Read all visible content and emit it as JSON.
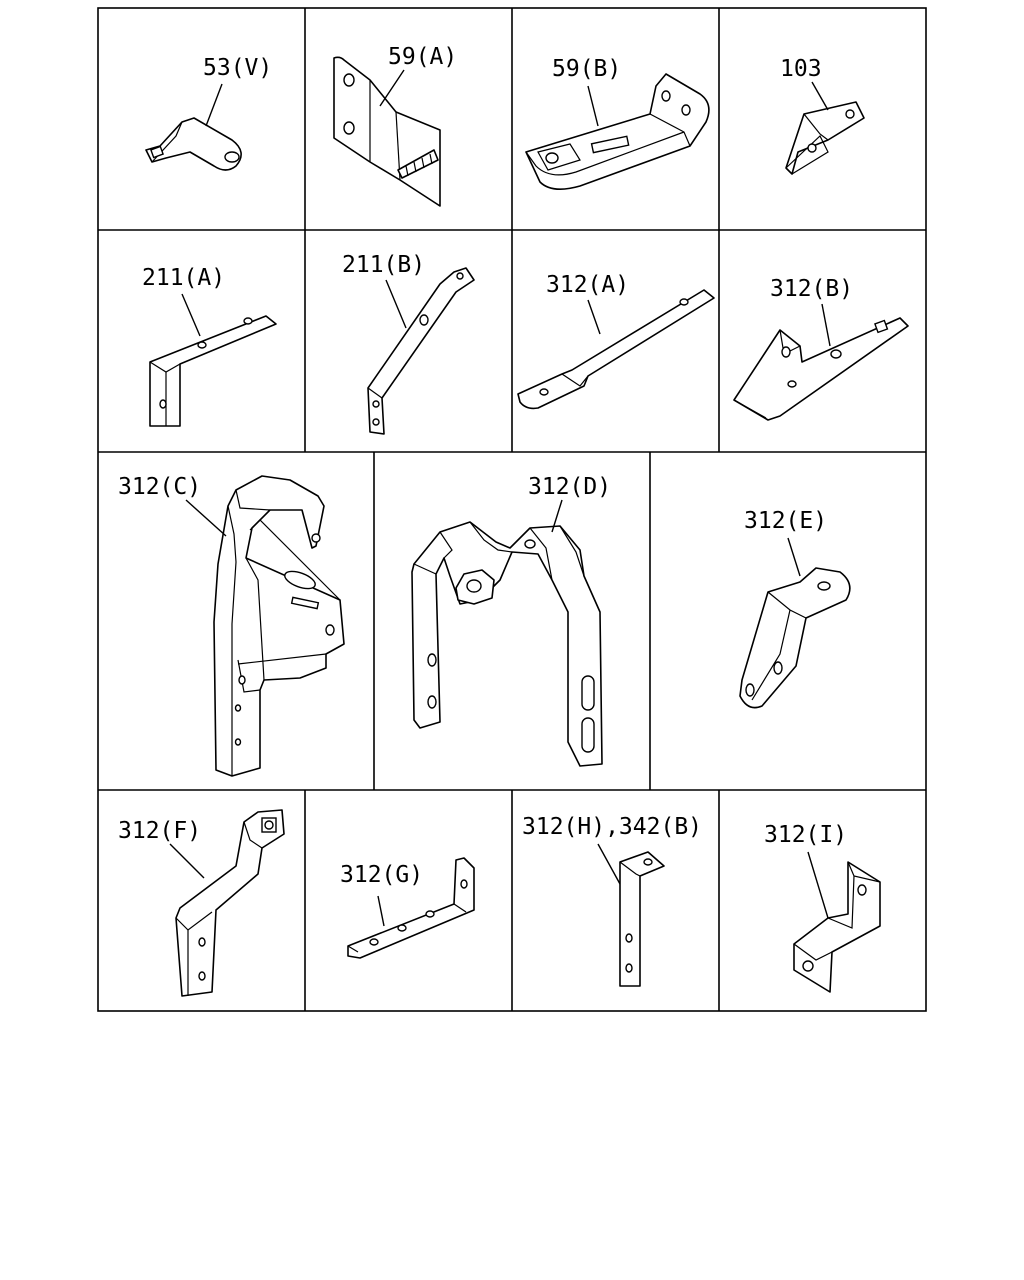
{
  "parts": [
    {
      "id": "53v",
      "label": "53(V)"
    },
    {
      "id": "59a",
      "label": "59(A)"
    },
    {
      "id": "59b",
      "label": "59(B)"
    },
    {
      "id": "103",
      "label": "103"
    },
    {
      "id": "211a",
      "label": "211(A)"
    },
    {
      "id": "211b",
      "label": "211(B)"
    },
    {
      "id": "312a",
      "label": "312(A)"
    },
    {
      "id": "312b",
      "label": "312(B)"
    },
    {
      "id": "312c",
      "label": "312(C)"
    },
    {
      "id": "312d",
      "label": "312(D)"
    },
    {
      "id": "312e",
      "label": "312(E)"
    },
    {
      "id": "312f",
      "label": "312(F)"
    },
    {
      "id": "312g",
      "label": "312(G)"
    },
    {
      "id": "312h",
      "label": "312(H),342(B)"
    },
    {
      "id": "312i",
      "label": "312(I)"
    }
  ]
}
